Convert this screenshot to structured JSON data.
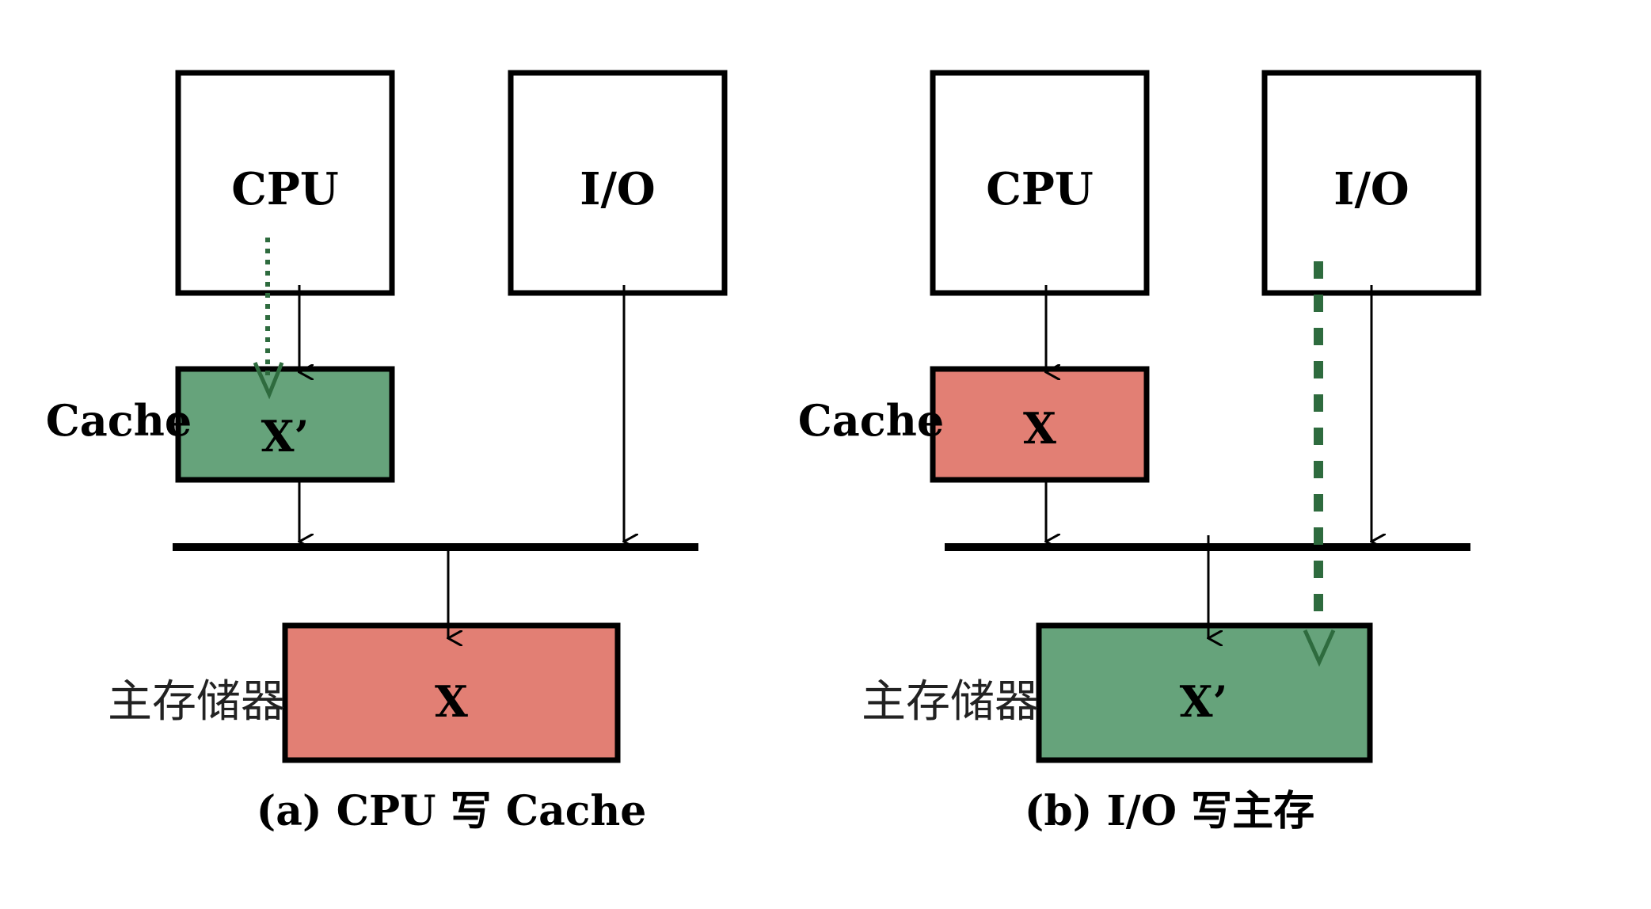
{
  "colors": {
    "stale": "#e27f74",
    "fresh": "#66a37b",
    "dashed_arrow": "#2e6b3e",
    "line": "#000000"
  },
  "panel_a": {
    "cpu_label": "CPU",
    "io_label": "I/O",
    "cache_label": "Cache",
    "cache_value": "X’",
    "memory_label": "主存储器",
    "memory_value": "X",
    "caption": "(a) CPU 写 Cache"
  },
  "panel_b": {
    "cpu_label": "CPU",
    "io_label": "I/O",
    "cache_label": "Cache",
    "cache_value": "X",
    "memory_label": "主存储器",
    "memory_value": "X’",
    "caption": "(b) I/O 写主存"
  }
}
